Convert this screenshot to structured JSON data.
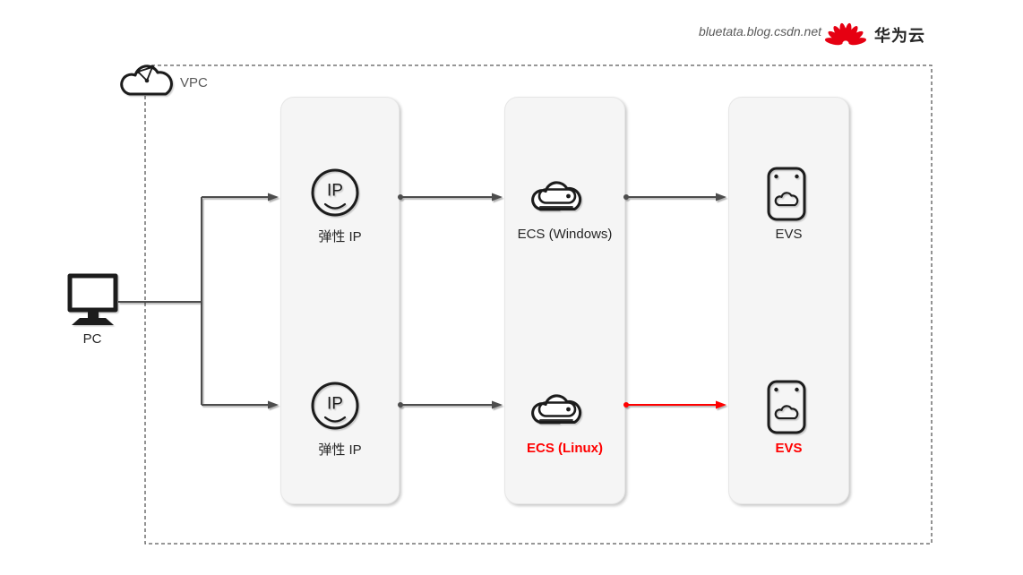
{
  "page": {
    "watermark": "bluetata.blog.csdn.net"
  },
  "brand": {
    "logo_icon": "huawei-logo",
    "name": "华为云"
  },
  "diagram": {
    "vpc_label": "VPC",
    "pc_label": "PC",
    "icons": {
      "ip_glyph": "IP"
    },
    "nodes": {
      "eip_top": {
        "label": "弹性 IP",
        "highlighted": false
      },
      "eip_bottom": {
        "label": "弹性 IP",
        "highlighted": false
      },
      "ecs_top": {
        "label": "ECS (Windows)",
        "highlighted": false
      },
      "ecs_bottom": {
        "label": "ECS (Linux)",
        "highlighted": true
      },
      "evs_top": {
        "label": "EVS",
        "highlighted": false
      },
      "evs_bottom": {
        "label": "EVS",
        "highlighted": true
      }
    },
    "connections": [
      {
        "from": "PC",
        "to": "弹性 IP (top)",
        "highlighted": false
      },
      {
        "from": "PC",
        "to": "弹性 IP (bottom)",
        "highlighted": false
      },
      {
        "from": "弹性 IP (top)",
        "to": "ECS (Windows)",
        "highlighted": false
      },
      {
        "from": "弹性 IP (bottom)",
        "to": "ECS (Linux)",
        "highlighted": false
      },
      {
        "from": "ECS (Windows)",
        "to": "EVS (top)",
        "highlighted": false
      },
      {
        "from": "ECS (Linux)",
        "to": "EVS (bottom)",
        "highlighted": true
      }
    ]
  },
  "colors": {
    "highlight": "#FF0000",
    "line": "#4D4D4D",
    "panel_bg": "#F5F5F5",
    "label": "#262626",
    "muted": "#595959",
    "brand_red": "#E60012",
    "dash": "#595959"
  }
}
